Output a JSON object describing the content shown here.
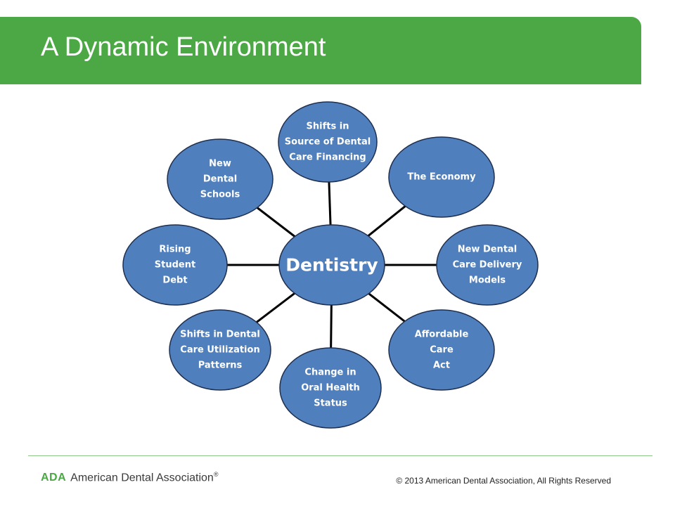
{
  "slide": {
    "title": "A Dynamic Environment"
  },
  "diagram": {
    "hub": {
      "label": "Dentistry"
    },
    "nodes": [
      {
        "id": "financing",
        "lines": [
          "Shifts in",
          "Source of Dental",
          "Care Financing"
        ]
      },
      {
        "id": "economy",
        "lines": [
          "The Economy"
        ]
      },
      {
        "id": "delivery",
        "lines": [
          "New Dental",
          "Care Delivery",
          "Models"
        ]
      },
      {
        "id": "aca",
        "lines": [
          "Affordable",
          "Care",
          "Act"
        ]
      },
      {
        "id": "oral-health",
        "lines": [
          "Change in",
          "Oral Health",
          "Status"
        ]
      },
      {
        "id": "utilization",
        "lines": [
          "Shifts in Dental",
          "Care Utilization",
          "Patterns"
        ]
      },
      {
        "id": "debt",
        "lines": [
          "Rising",
          "Student",
          "Debt"
        ]
      },
      {
        "id": "schools",
        "lines": [
          "New",
          "Dental",
          "Schools"
        ]
      }
    ],
    "colors": {
      "node_fill": "#4f7fbd",
      "node_text": "#ffffff",
      "spoke": "#000000"
    }
  },
  "footer": {
    "logo_abbr": "ADA",
    "logo_name": "American Dental Association",
    "logo_reg": "®",
    "copyright": "© 2013 American Dental Association,  All Rights Reserved"
  },
  "colors": {
    "title_bar": "#4ba845",
    "title_text": "#ffffff"
  }
}
